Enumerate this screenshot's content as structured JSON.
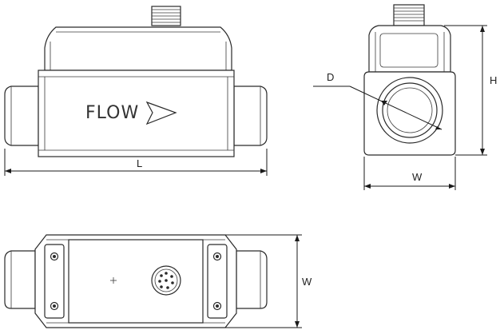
{
  "side_view": {
    "flow_label": "FLOW",
    "length_label": "L"
  },
  "end_view": {
    "diameter_label": "D",
    "height_label": "H",
    "width_label": "W"
  },
  "top_view": {
    "width_label": "W"
  }
}
